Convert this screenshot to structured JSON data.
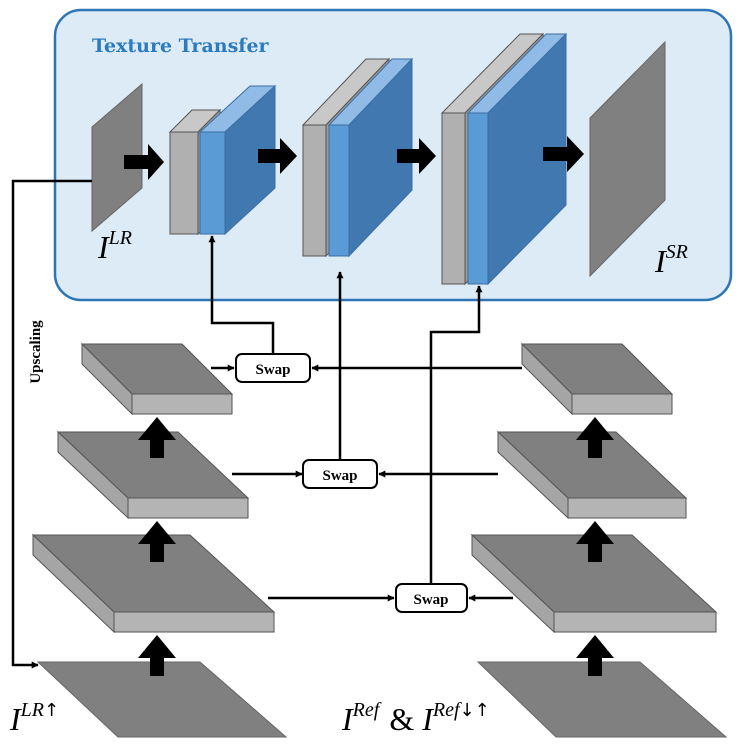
{
  "title": "Texture Transfer",
  "swap_label": "Swap",
  "upscaling_label": "Upscaling",
  "labels": {
    "lr": {
      "base": "I",
      "sup": "LR"
    },
    "sr": {
      "base": "I",
      "sup": "SR"
    },
    "lr_up": {
      "base": "I",
      "sup": "LR",
      "arrow": "↑"
    },
    "ref": {
      "base": "I",
      "sup": "Ref",
      "amp": "&",
      "base2": "I",
      "sup2": "Ref",
      "arrows": "↓↑"
    }
  },
  "colors": {
    "box_fill": "#ddebf7",
    "box_stroke": "#2e75b6",
    "slab_gray": "#7f7f7f",
    "slab_light": "#b4b4b4",
    "feature_blue": "#5b9bd5",
    "feature_dark_blue": "#4178b0"
  }
}
